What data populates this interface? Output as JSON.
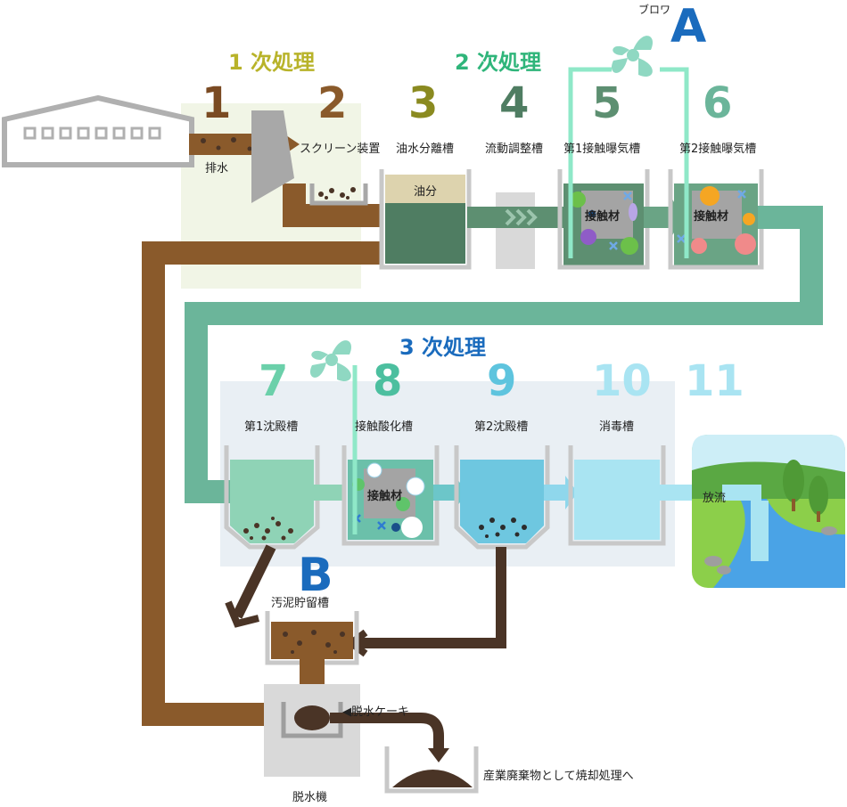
{
  "stages": {
    "primary": "1 次処理",
    "secondary": "2 次処理",
    "tertiary": "3 次処理"
  },
  "steps": [
    {
      "num": "1",
      "label": "排水"
    },
    {
      "num": "2",
      "label": "スクリーン装置"
    },
    {
      "num": "3",
      "label": "油水分離槽"
    },
    {
      "num": "4",
      "label": "流動調整槽"
    },
    {
      "num": "5",
      "label": "第1接触曝気槽"
    },
    {
      "num": "6",
      "label": "第2接触曝気槽"
    },
    {
      "num": "7",
      "label": "第1沈殿槽"
    },
    {
      "num": "8",
      "label": "接触酸化槽"
    },
    {
      "num": "9",
      "label": "第2沈殿槽"
    },
    {
      "num": "10",
      "label": "消毒槽"
    },
    {
      "num": "11",
      "label": "放流"
    }
  ],
  "extras": {
    "oil": "油分",
    "media_5": "接触材",
    "media_6": "接触材",
    "media_8": "接触材",
    "blower_letter": "A",
    "blower_label": "ブロワ",
    "sludge_letter": "B",
    "sludge_tank": "汚泥貯留槽",
    "cake": "◀脱水ケーキ",
    "dewater": "脱水機",
    "disposal": "産業廃棄物として焼却処理へ"
  },
  "colors": {
    "brown": "#8a5a2b",
    "dark_brown": "#4a3426",
    "dark_green": "#4f7d62",
    "teal": "#6bb59a",
    "mint": "#8fd3b6",
    "sky": "#6ec7e0",
    "light_sky": "#a9e4f2",
    "blue": "#1a6bbd",
    "olive": "#b8b32a",
    "green_title": "#2fb57a"
  }
}
